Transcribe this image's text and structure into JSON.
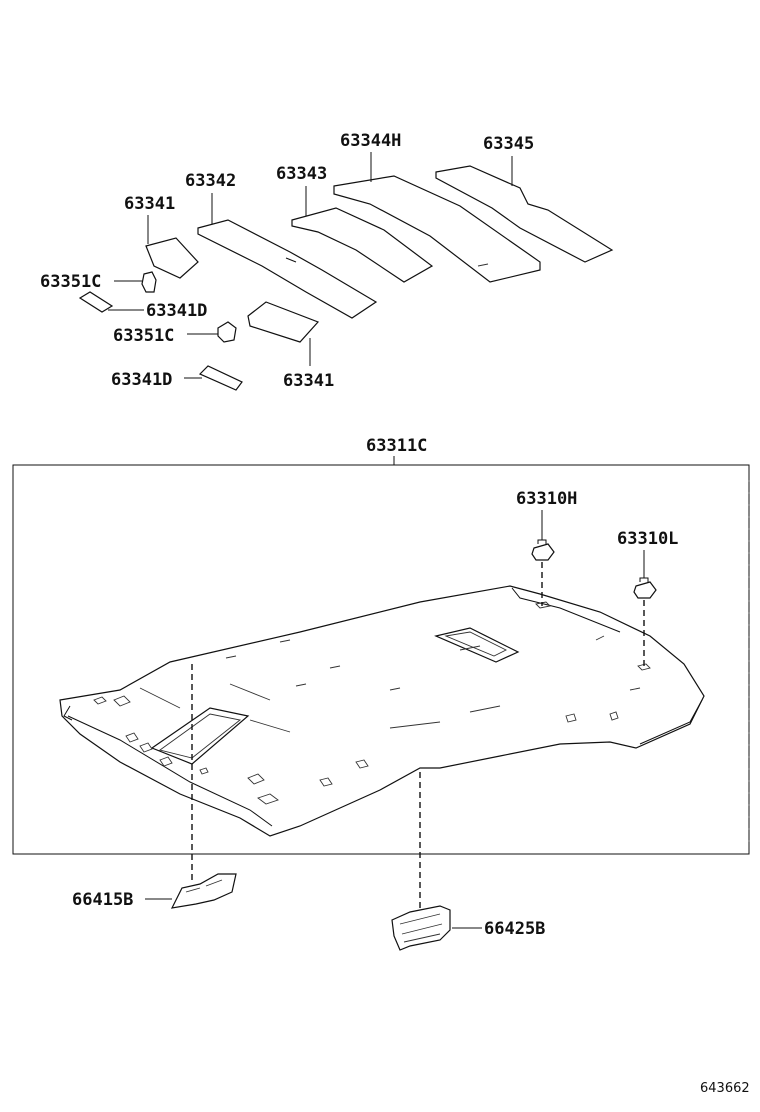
{
  "labels": {
    "p63344H": "63344H",
    "p63345": "63345",
    "p63342": "63342",
    "p63343": "63343",
    "p63341_top": "63341",
    "p63351C_top": "63351C",
    "p63341D_top": "63341D",
    "p63351C_mid": "63351C",
    "p63341D_bot": "63341D",
    "p63341_bot": "63341",
    "p63311C": "63311C",
    "p63310H": "63310H",
    "p63310L": "63310L",
    "p66415B": "66415B",
    "p66425B": "66425B"
  },
  "diagram_ref": "643662"
}
